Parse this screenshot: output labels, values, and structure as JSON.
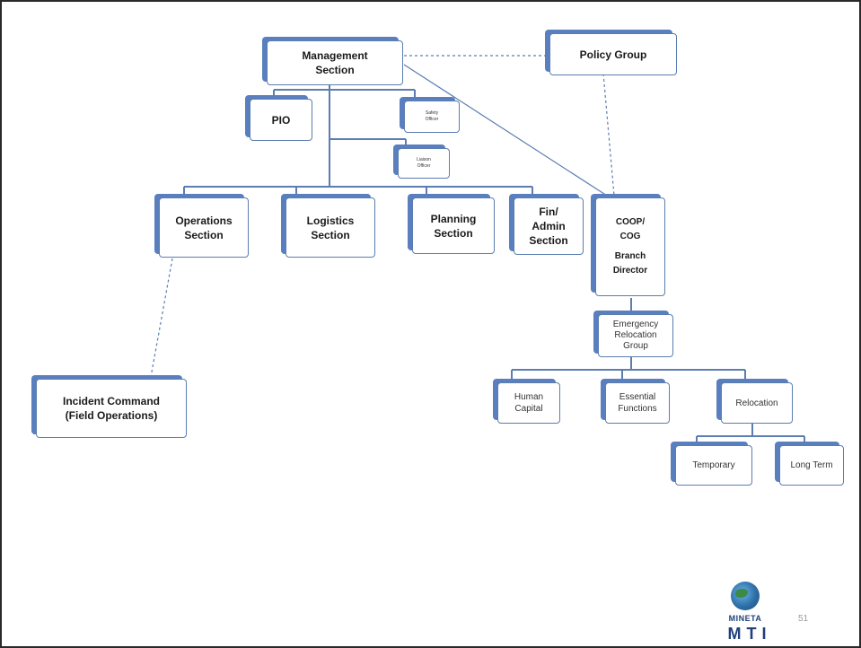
{
  "nodes": {
    "management": {
      "line1": "Management",
      "line2": "Section"
    },
    "policy": {
      "label": "Policy Group"
    },
    "pio": {
      "label": "PIO"
    },
    "safety": {
      "line1": "Safety",
      "line2": "Officer"
    },
    "liaison": {
      "line1": "Liaison",
      "line2": "Officer"
    },
    "operations": {
      "line1": "Operations",
      "line2": "Section"
    },
    "logistics": {
      "line1": "Logistics",
      "line2": "Section"
    },
    "planning": {
      "line1": "Planning",
      "line2": "Section"
    },
    "finadmin": {
      "line1": "Fin/",
      "line2": "Admin",
      "line3": "Section"
    },
    "coop": {
      "line1": "COOP/",
      "line2": "COG",
      "line3": "Branch",
      "line4": "Director"
    },
    "emergency": {
      "line1": "Emergency",
      "line2": "Relocation",
      "line3": "Group"
    },
    "human": {
      "line1": "Human",
      "line2": "Capital"
    },
    "essential": {
      "line1": "Essential",
      "line2": "Functions"
    },
    "relocation": {
      "label": "Relocation"
    },
    "temporary": {
      "label": "Temporary"
    },
    "longterm": {
      "label": "Long Term"
    },
    "incident": {
      "line1": "Incident Command",
      "line2": "(Field Operations)"
    }
  },
  "logo": {
    "text1": "MINETA",
    "text2": "MTI"
  },
  "page_number": "51",
  "colors": {
    "box_border": "#5b7db0",
    "box_shadow": "#5a7fbe",
    "connector": "#5b7db0"
  }
}
